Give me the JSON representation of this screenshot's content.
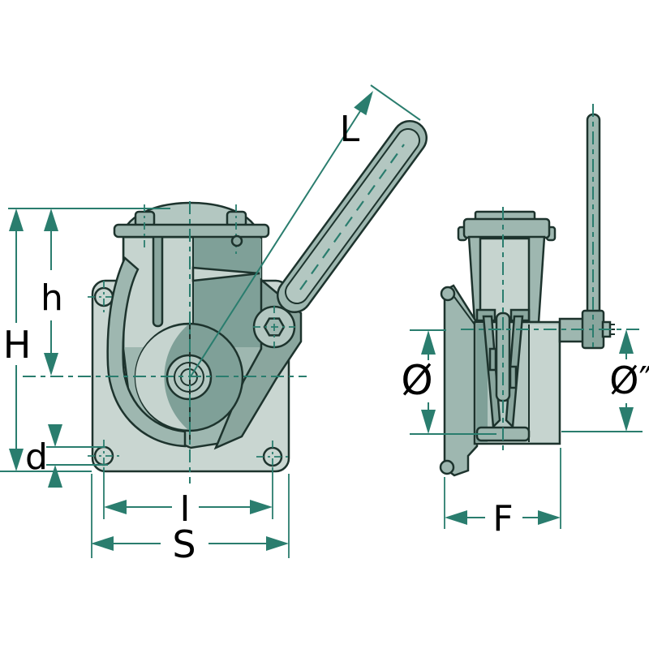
{
  "diagram": {
    "kind": "technical dimension drawing",
    "subject": "hand lever pump, front view and side view with dimension callouts",
    "labels": {
      "lever_length": "L",
      "height_total": "H",
      "height_upper": "h",
      "hole_diameter": "d",
      "hole_spacing": "I",
      "base_width": "S",
      "side_bore_left": "Ø",
      "side_bore_right": "Ø″",
      "side_depth": "F"
    },
    "colors": {
      "paper": "#ffffff",
      "ink": "#1d332d",
      "teal": "#2a7d6e",
      "plate": "#c9d6d1",
      "light": "#c6d4cf",
      "mid": "#9eb7b0",
      "dark": "#7fa098",
      "shade": "#8aa69e",
      "core": "#b3c7c1"
    }
  }
}
